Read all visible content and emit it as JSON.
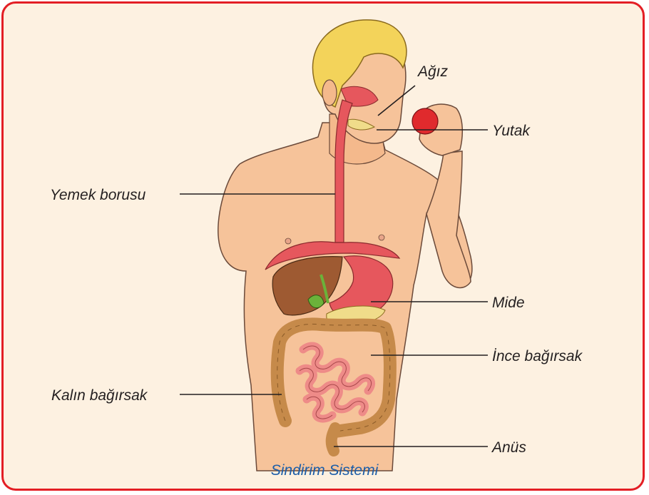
{
  "labels": {
    "mouth": "Ağız",
    "pharynx": "Yutak",
    "esophagus": "Yemek borusu",
    "stomach": "Mide",
    "small_intestine": "İnce bağırsak",
    "large_intestine": "Kalın bağırsak",
    "anus": "Anüs"
  },
  "caption": "Sindirim Sistemi",
  "colors": {
    "frame_border": "#e31e24",
    "background": "#fdf1e1",
    "skin": "#f6c39a",
    "hair": "#f3d35a",
    "organ_red": "#e6575d",
    "liver": "#9e5a32",
    "large_intestine": "#c68a4a",
    "small_intestine": "#ee8b88",
    "caption_text": "#1d5ea8"
  }
}
